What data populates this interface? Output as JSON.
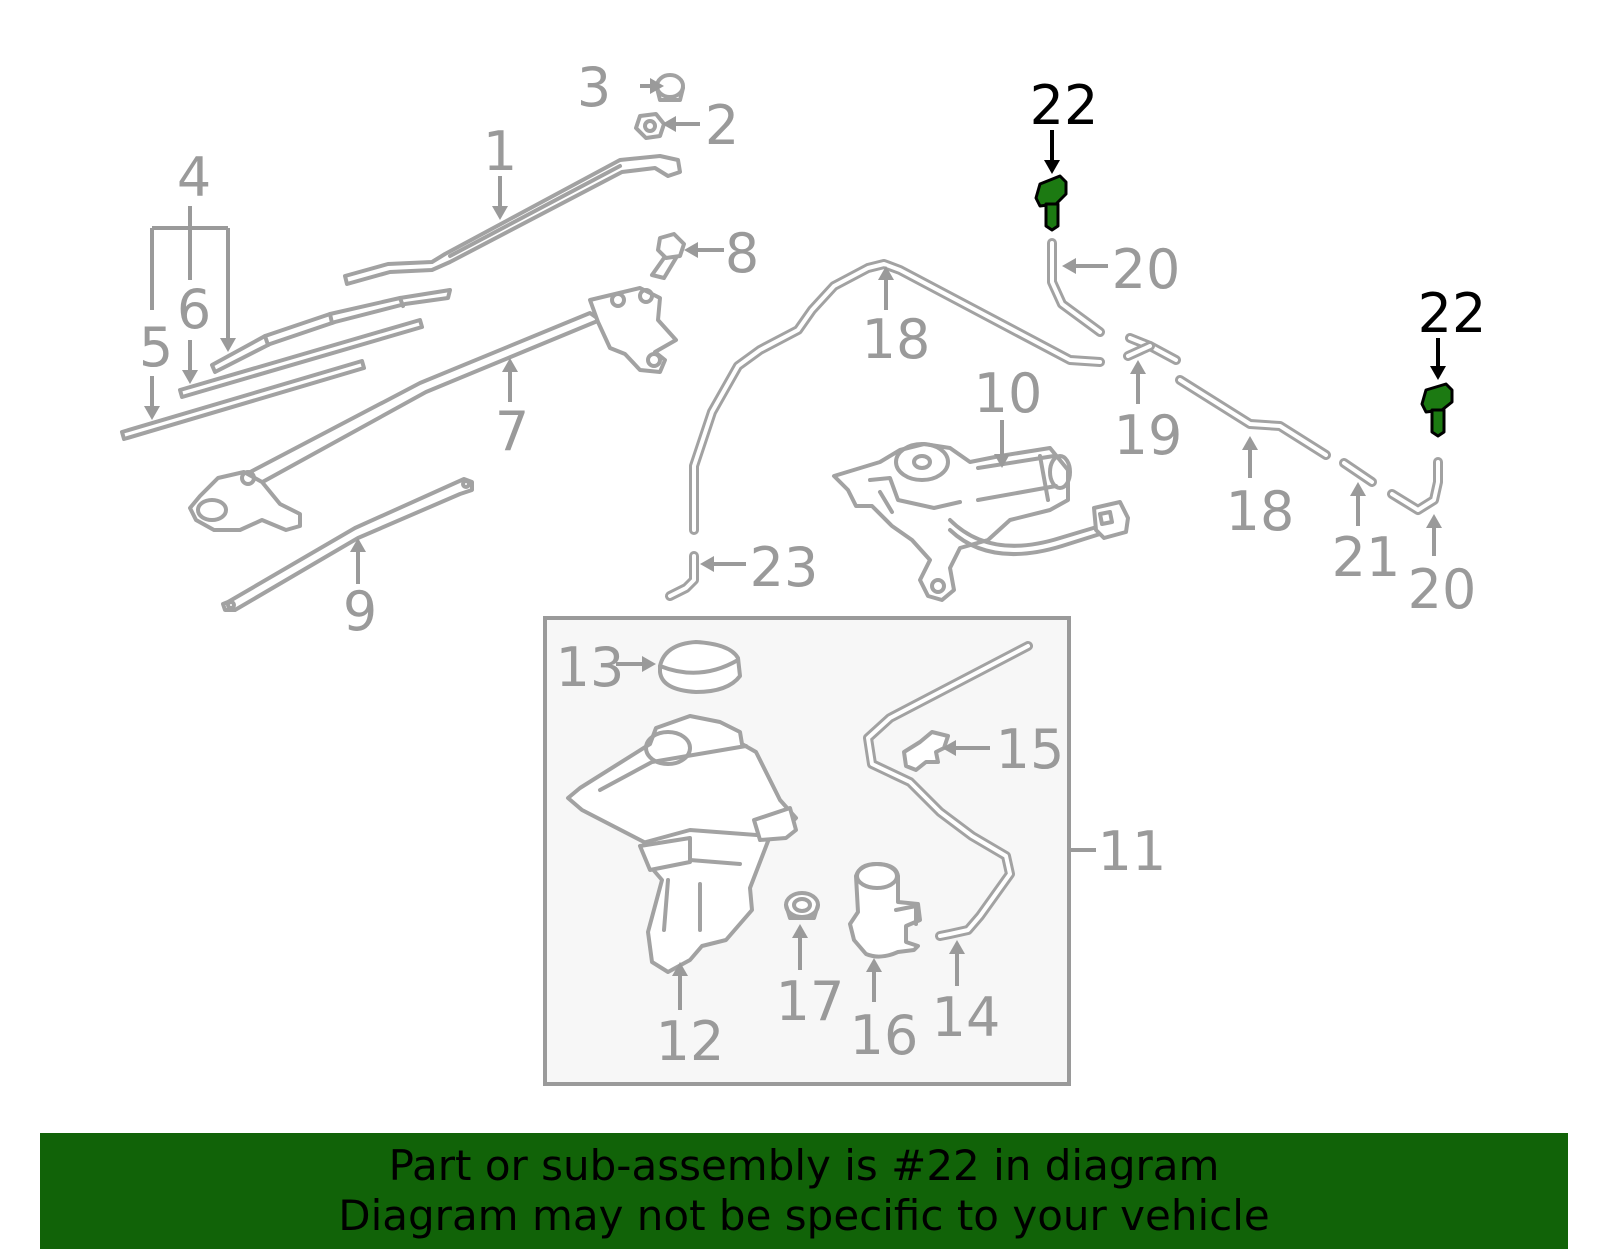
{
  "diagram": {
    "callouts": {
      "c1": "1",
      "c2": "2",
      "c3": "3",
      "c4": "4",
      "c5": "5",
      "c6": "6",
      "c7": "7",
      "c8": "8",
      "c9": "9",
      "c10": "10",
      "c11": "11",
      "c12": "12",
      "c13": "13",
      "c14": "14",
      "c15": "15",
      "c16": "16",
      "c17": "17",
      "c18a": "18",
      "c18b": "18",
      "c19": "19",
      "c20a": "20",
      "c20b": "20",
      "c21": "21",
      "c22a": "22",
      "c22b": "22",
      "c23": "23"
    },
    "highlight_part": "22",
    "colors": {
      "line_art": "#a2a2a2",
      "callout_text": "#9a9a9a",
      "highlight_text": "#000000",
      "highlight_fill": "#1c7a12",
      "banner_bg": "#116308",
      "inset_bg": "#f7f7f7"
    }
  },
  "banner": {
    "line1": "Part or sub-assembly is #22 in diagram",
    "line2": "Diagram may not be specific to your vehicle"
  }
}
